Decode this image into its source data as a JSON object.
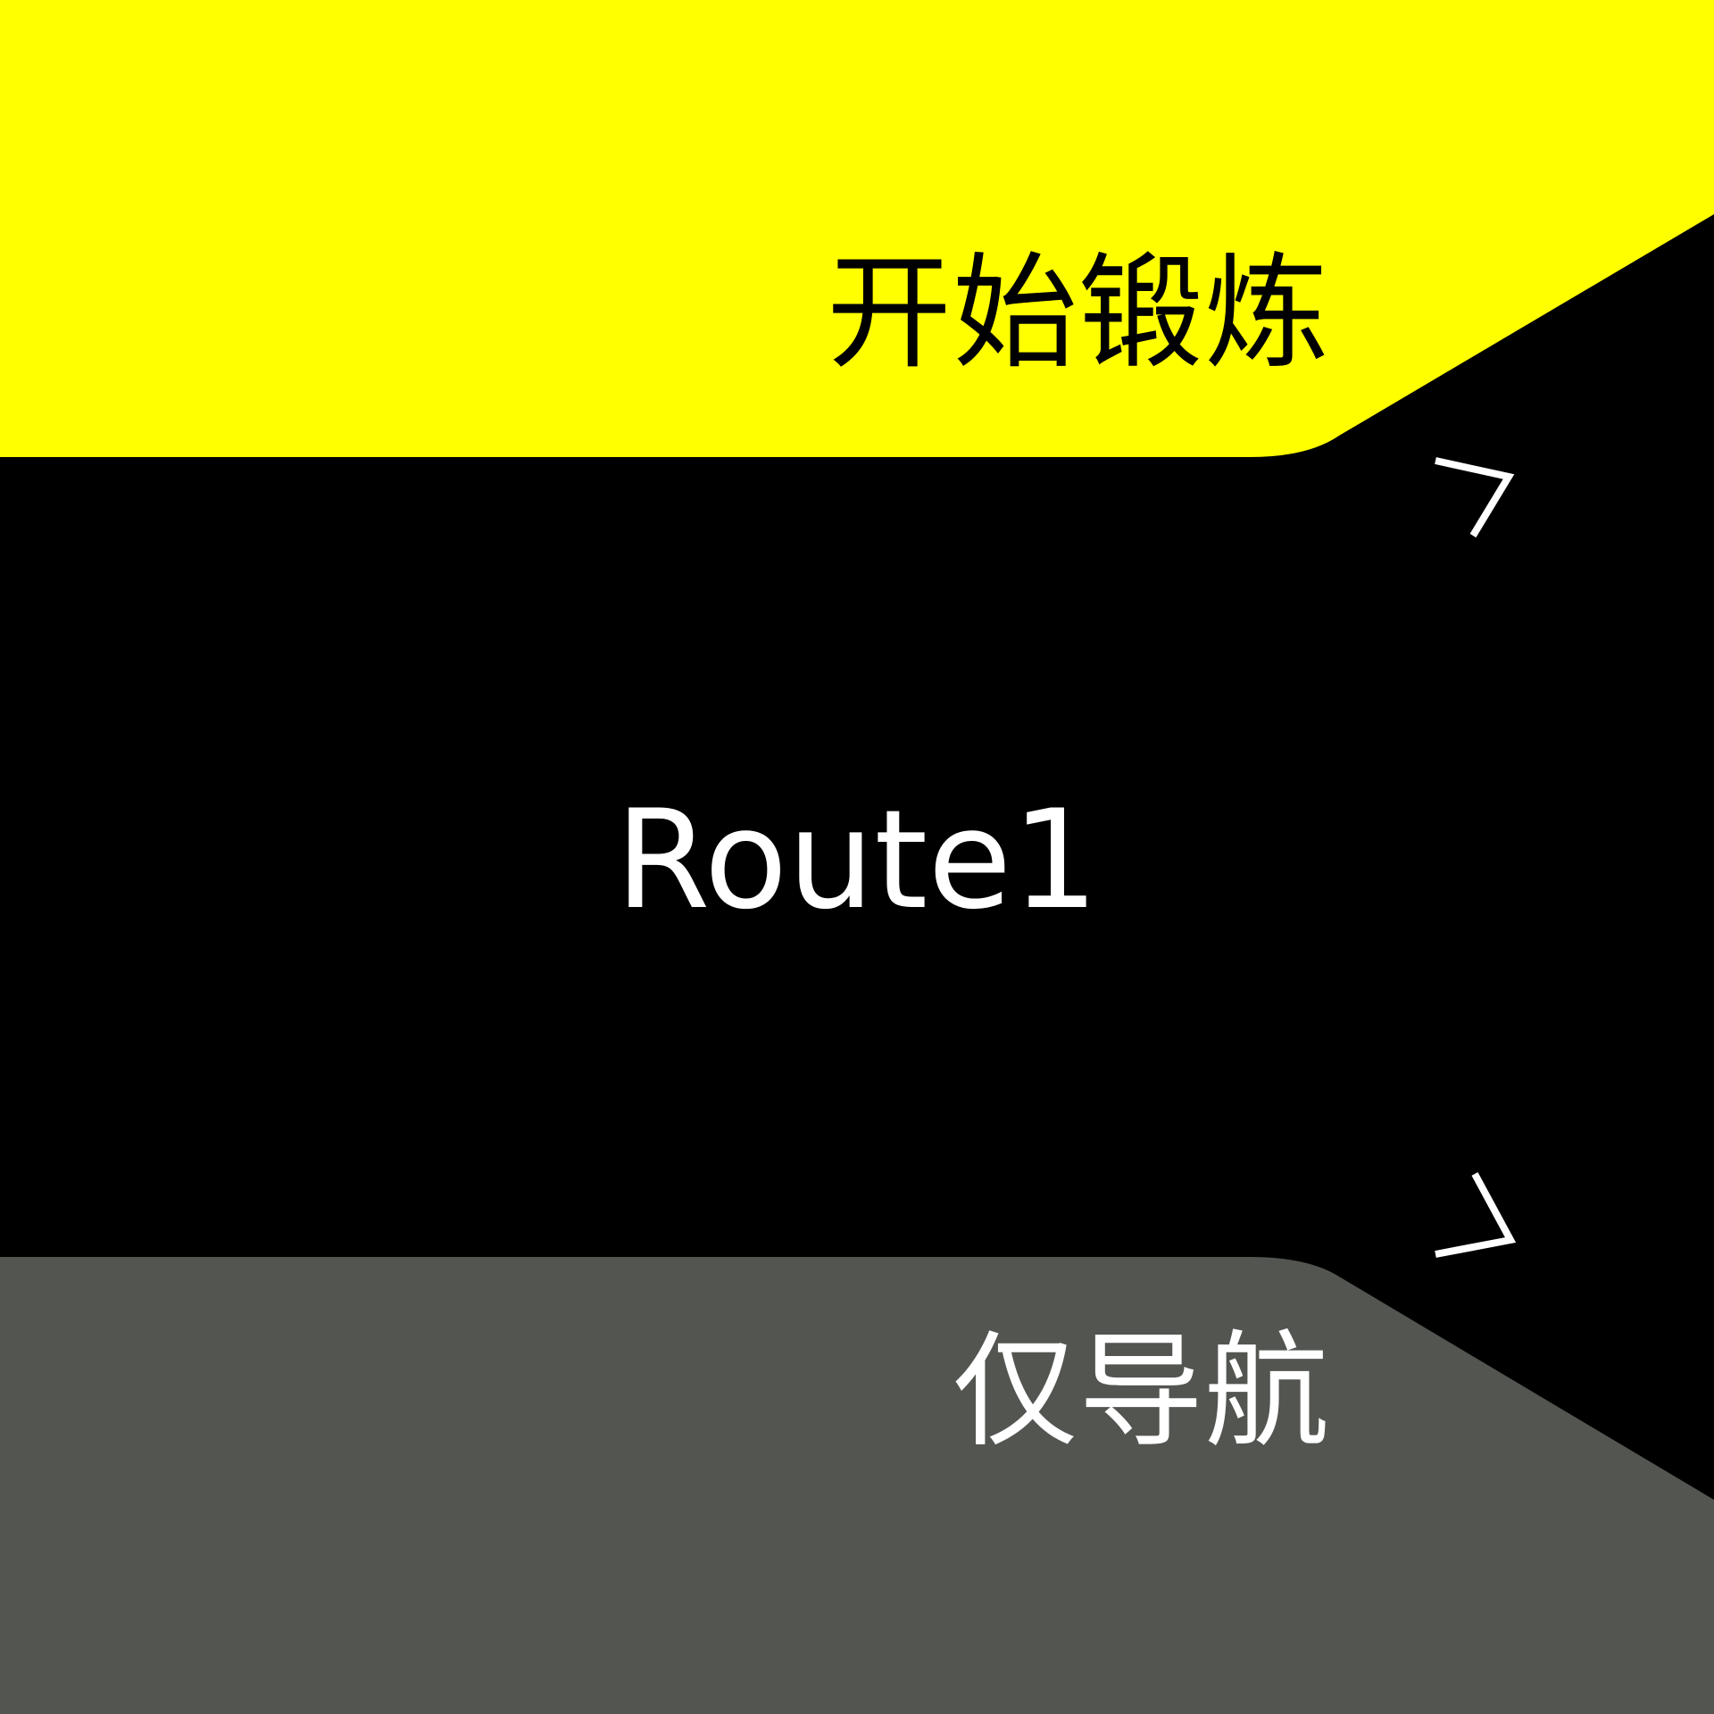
{
  "screen": {
    "background_color": "#000000"
  },
  "options": {
    "start_workout": {
      "label": "开始锻炼",
      "background_color": "#FFFF00",
      "text_color": "#000000"
    },
    "navigate_only": {
      "label": "仅导航",
      "background_color": "#525550",
      "text_color": "#FFFFFF"
    }
  },
  "route": {
    "name": "Route1"
  },
  "icons": {
    "scroll_up": "chevron-up-right-icon",
    "scroll_down": "chevron-down-right-icon"
  }
}
